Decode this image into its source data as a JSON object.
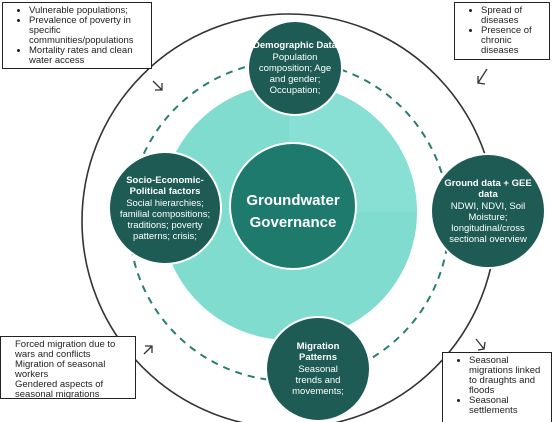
{
  "center": {
    "title": "Groundwater Governance"
  },
  "nodes": {
    "demographic": {
      "title": "Demographic Data",
      "body": "Population composition; Age and gender; Occupation;"
    },
    "socio": {
      "title": "Socio-Economic-Political factors",
      "body": "Social hierarchies; familial compositions; traditions; poverty patterns; crisis;"
    },
    "ground": {
      "title": "Ground data + GEE data",
      "body": "NDWI, NDVI, Soil Moisture; longitudinal/cross sectional overview"
    },
    "migration": {
      "title": "Migration Patterns",
      "body": "Seasonal trends and movements;"
    }
  },
  "notes": {
    "top_left": [
      "Vulnerable populations;",
      "Prevalence of poverty in specific communities/populations",
      "Mortality rates and clean water access"
    ],
    "top_right": [
      "Spread of diseases",
      "Presence of chronic diseases"
    ],
    "bottom_left": [
      "Forced migration due to wars and conflicts",
      "Migration of seasonal workers",
      "Gendered aspects of seasonal migrations"
    ],
    "bottom_right": [
      "Seasonal migrations linked to draughts and floods",
      "Seasonal settlements"
    ]
  },
  "colors": {
    "node": "#1d5b54",
    "center": "#1f7a6e",
    "light_ring": "#7fdccf",
    "dashed_ring": "#2a7d70",
    "outer_ring": "#333333"
  }
}
